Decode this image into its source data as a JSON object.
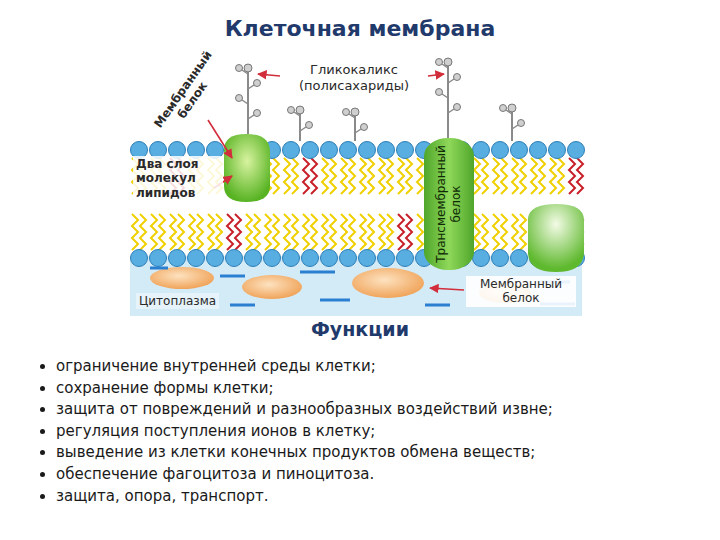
{
  "diagram": {
    "title": "Клеточная мембрана",
    "nodes": [
      {
        "text": [
          "Трансмембранный белок"
        ]
      }
    ],
    "labels": [
      "Мембранный белок",
      "Гликокаликс (полисахариды)",
      "Два слоя молекул липидов",
      "Цитоплазма",
      "Мембранный белок",
      "Функции",
      "ограничение внутренней среды клетки;",
      "сохранение формы клетки;",
      "защита от повреждений и разнообразных воздействий извне;",
      "регуляция поступления ионов в клетку;",
      "выведение из клетки конечных продуктов обмена веществ;",
      "обеспечение фагоцитоза и пиноцитоза.",
      "защита, опора, транспорт."
    ]
  }
}
